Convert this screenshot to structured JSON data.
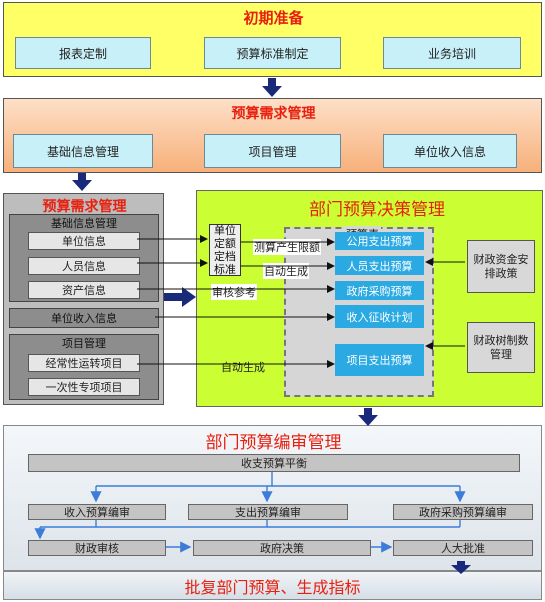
{
  "colors": {
    "title_red": "#e8200f",
    "doc_blue": "#2aa9e3",
    "arrow_dark": "#1a2a7a",
    "arrow_blue": "#3b7dd8"
  },
  "sections": {
    "initial": {
      "title": "初期准备",
      "boxes": [
        "报表定制",
        "预算标准制定",
        "业务培训"
      ]
    },
    "demand": {
      "title": "预算需求管理",
      "boxes": [
        "基础信息管理",
        "项目管理",
        "单位收入信息"
      ]
    },
    "demand_detail": {
      "title": "预算需求管理",
      "basic_group": {
        "title": "基础信息管理",
        "items": [
          "单位信息",
          "人员信息",
          "资产信息"
        ]
      },
      "income_item": "单位收入信息",
      "project_group": {
        "title": "项目管理",
        "items": [
          "经常性运转项目",
          "一次性专项项目"
        ]
      }
    },
    "decision": {
      "title": "部门预算决策管理",
      "quota_box": "单位定额定档标准",
      "budget_table_label": "预算表",
      "docs": [
        "公用支出预算",
        "人员支出预算",
        "政府采购预算",
        "收入征收计划",
        "项目支出预算"
      ],
      "arrow_labels": [
        "测算产生限额",
        "自动生成",
        "审核参考",
        "自动生成"
      ],
      "side_boxes": [
        "财政资金安排政策",
        "财政树制数管理"
      ]
    },
    "compile": {
      "title": "部门预算编审管理",
      "balance_bar": "收支预算平衡",
      "row1": [
        "收入预算编审",
        "支出预算编审",
        "政府采购预算编审"
      ],
      "row2": [
        "财政审核",
        "政府决策",
        "人大批准"
      ]
    },
    "final": {
      "title": "批复部门预算、生成指标"
    }
  }
}
